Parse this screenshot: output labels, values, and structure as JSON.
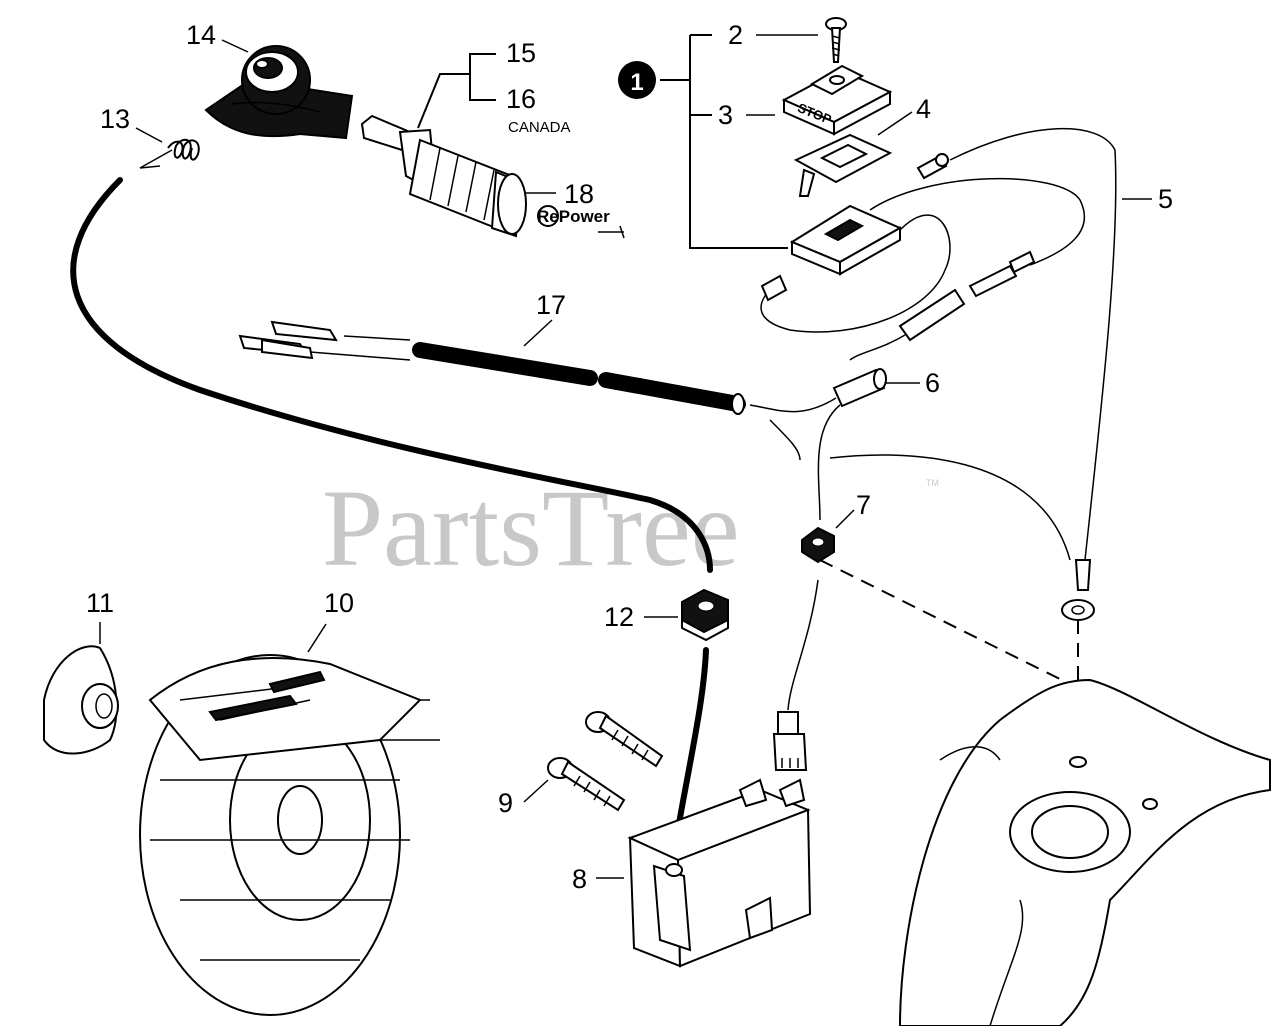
{
  "watermark": {
    "text": "PartsTree",
    "trademark": "TM"
  },
  "callouts": {
    "c1": "1",
    "c2": "2",
    "c3": "3",
    "c4": "4",
    "c5": "5",
    "c6": "6",
    "c7": "7",
    "c8": "8",
    "c9": "9",
    "c10": "10",
    "c11": "11",
    "c12": "12",
    "c13": "13",
    "c14": "14",
    "c15": "15",
    "c16": "16",
    "c17": "17",
    "c18": "18"
  },
  "notes": {
    "canada": "CANADA"
  },
  "labels": {
    "stop": "STOP",
    "repower_logo": "RePower"
  },
  "icons": {
    "group_marker": "filled-circle-number"
  }
}
